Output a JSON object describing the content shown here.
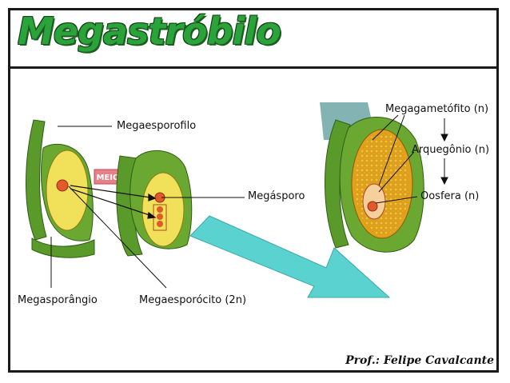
{
  "title": "Megastróbilo",
  "labels": {
    "megaesporofilo": "Megaesporofilo",
    "meiose": "MEIOSE",
    "megasporo": "Megásporo",
    "megagametofito": "Megagametófito (n)",
    "arquegonio": "Arquegônio (n)",
    "oosfera": "Oosfera (n)",
    "megasporangio": "Megasporângio",
    "megaesporocito": "Megaesporócito (2n)"
  },
  "credit": "Prof.: Felipe Cavalcante",
  "colors": {
    "title_green": "#2aa33a",
    "integument_green": "#5a9a2a",
    "nucellus_yellow": "#f0e05a",
    "gametophyte_orange": "#e2a11a",
    "arrow_cyan": "#5ad3d0",
    "meiose_box": "#e8808a"
  }
}
